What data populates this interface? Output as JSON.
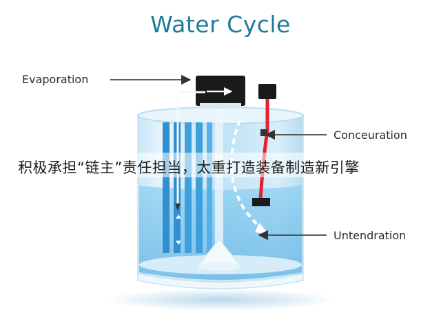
{
  "title": "Water Cycle",
  "labels": {
    "evaporation": "Evaporation",
    "conceuration": "Conceuration",
    "untendration": "Untendration"
  },
  "overlay_caption": "积极承担“链主”责任担当，太重打造装备制造新引擎",
  "colors": {
    "title": "#1f7a9c",
    "water": "#7fc4ea",
    "tube_red": "#e8202a",
    "block": "#1a1a1a"
  }
}
